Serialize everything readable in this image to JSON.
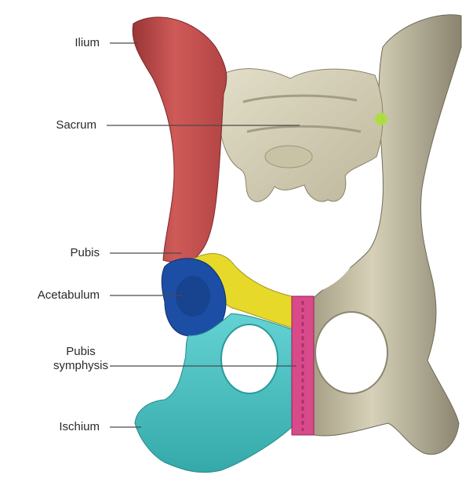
{
  "labels": {
    "ilium": "Ilium",
    "sacrum": "Sacrum",
    "pubis": "Pubis",
    "acetabulum": "Acetabulum",
    "pubis_symphysis_line1": "Pubis",
    "pubis_symphysis_line2": "symphysis",
    "ischium": "Ischium"
  },
  "colors": {
    "ilium": "#c8504f",
    "ilium_dark": "#8e2f31",
    "sacrum": "#d8d2b6",
    "bone": "#d9d4bc",
    "bone_shadow": "#9d977f",
    "pubis": "#e6d92a",
    "acetabulum": "#1d4ea6",
    "ischium": "#4fc8c8",
    "symphysis": "#d94a8a",
    "leader_line": "#4a4a4a",
    "accent_green": "#a8e03a"
  }
}
